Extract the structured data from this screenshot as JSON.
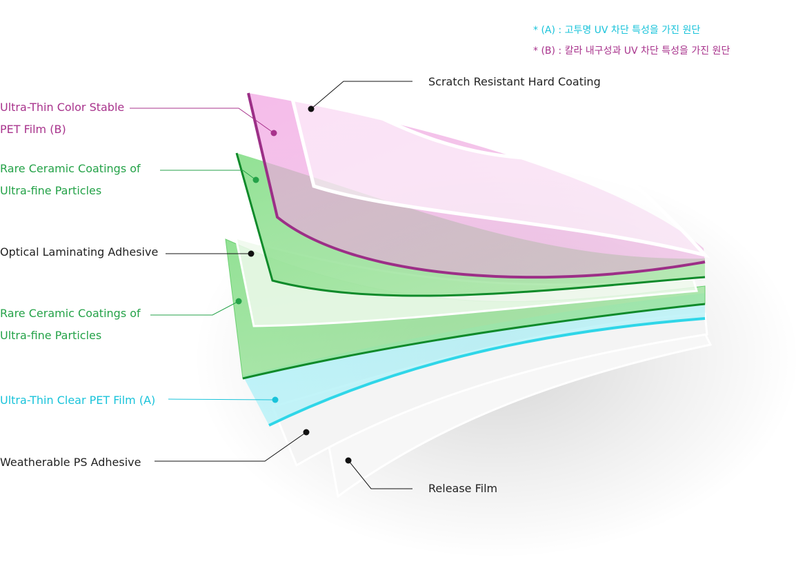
{
  "notes": [
    {
      "text": "* (A) : 고투명 UV 차단 특성을 가진 원단",
      "color": "#19c3da"
    },
    {
      "text": "* (B) : 칼라 내구성과  UV 차단 특성을 가진 원단",
      "color": "#a8338c"
    }
  ],
  "layers": [
    {
      "name": "Scratch Resistant Hard Coating",
      "lines": [
        "Scratch Resistant Hard Coating"
      ],
      "color": "#222222"
    },
    {
      "name": "Ultra-Thin Color Stable PET Film (B)",
      "lines": [
        "Ultra-Thin Color Stable",
        "PET Film (B)"
      ],
      "color": "#a8338c"
    },
    {
      "name": "Rare Ceramic Coatings of Ultra-fine Particles",
      "lines": [
        "Rare Ceramic Coatings of",
        "Ultra-fine Particles"
      ],
      "color": "#24a248"
    },
    {
      "name": "Optical Laminating Adhesive",
      "lines": [
        "Optical Laminating Adhesive"
      ],
      "color": "#222222"
    },
    {
      "name": "Rare Ceramic Coatings of Ultra-fine Particles",
      "lines": [
        "Rare Ceramic Coatings of",
        "Ultra-fine Particles"
      ],
      "color": "#24a248"
    },
    {
      "name": "Ultra-Thin Clear PET Film (A)",
      "lines": [
        "Ultra-Thin Clear PET Film (A)"
      ],
      "color": "#19c3da"
    },
    {
      "name": "Weatherable PS Adhesive",
      "lines": [
        "Weatherable PS Adhesive"
      ],
      "color": "#222222"
    },
    {
      "name": "Release Film",
      "lines": [
        "Release Film"
      ],
      "color": "#222222"
    }
  ],
  "colors": {
    "magenta": "#a8338c",
    "green": "#24a248",
    "dark_green": "#0f8a2a",
    "cyan": "#19c3da",
    "black": "#222222"
  }
}
